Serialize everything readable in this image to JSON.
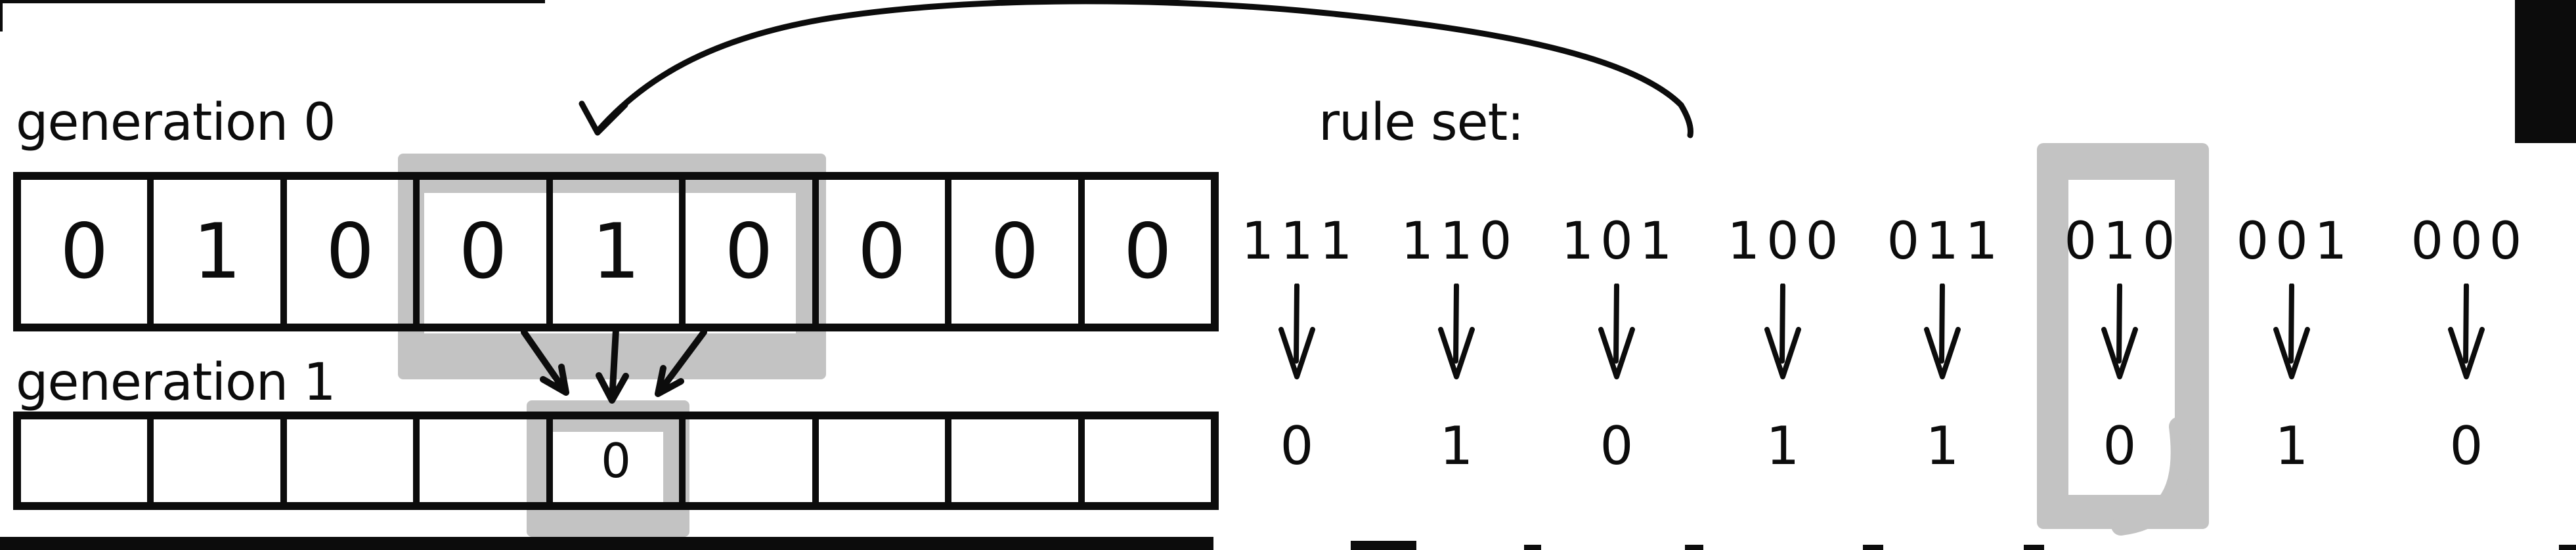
{
  "labels": {
    "generation0": "generation 0",
    "generation1": "generation 1",
    "rule_set": "rule set:"
  },
  "generation0": {
    "cells": [
      "0",
      "1",
      "0",
      "0",
      "1",
      "0",
      "0",
      "0",
      "0"
    ],
    "highlighted_cells": [
      3,
      4,
      5
    ],
    "highlighted_pattern": "010"
  },
  "generation1": {
    "cells": [
      "",
      "",
      "",
      "",
      "0",
      "",
      "",
      "",
      ""
    ],
    "highlighted_cell": 4,
    "highlighted_value": "0"
  },
  "rules": [
    {
      "pattern": "111",
      "output": "0",
      "highlighted": false
    },
    {
      "pattern": "110",
      "output": "1",
      "highlighted": false
    },
    {
      "pattern": "101",
      "output": "0",
      "highlighted": false
    },
    {
      "pattern": "100",
      "output": "1",
      "highlighted": false
    },
    {
      "pattern": "011",
      "output": "1",
      "highlighted": false
    },
    {
      "pattern": "010",
      "output": "0",
      "highlighted": true
    },
    {
      "pattern": "001",
      "output": "1",
      "highlighted": false
    },
    {
      "pattern": "000",
      "output": "0",
      "highlighted": false
    }
  ],
  "colors": {
    "ink": "#0c0c0c",
    "highlight": "#c3c3c3",
    "background": "#ffffff"
  }
}
